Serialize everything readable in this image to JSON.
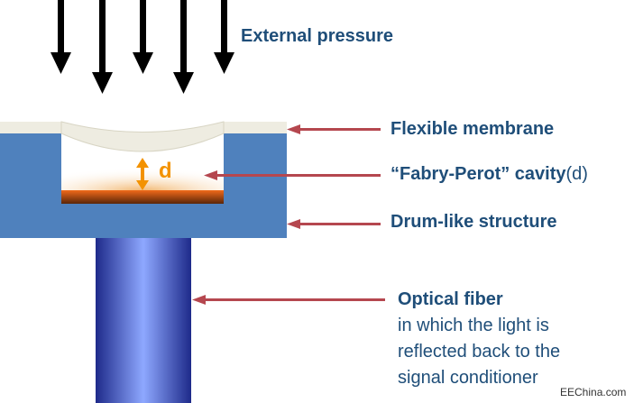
{
  "labels": {
    "external_pressure": "External pressure",
    "flexible_membrane": "Flexible membrane",
    "cavity_title": "“Fabry-Perot” cavity",
    "cavity_symbol": "(d)",
    "drum_structure": "Drum-like structure",
    "optical_fiber": "Optical fiber",
    "fiber_desc_1": "in which the light is",
    "fiber_desc_2": "reflected back to the",
    "fiber_desc_3": "signal conditioner",
    "gap_label": "d",
    "watermark": "EEChina.com"
  },
  "colors": {
    "text": "#1f4e79",
    "pointer_arrow": "#b5474f",
    "drum": "#4f81bd",
    "membrane": "#eeece1",
    "gap_label": "#f39200",
    "mirror": "#c0501a",
    "fiber_center": "#8ea8ff",
    "fiber_edge": "#1e2a8a"
  }
}
